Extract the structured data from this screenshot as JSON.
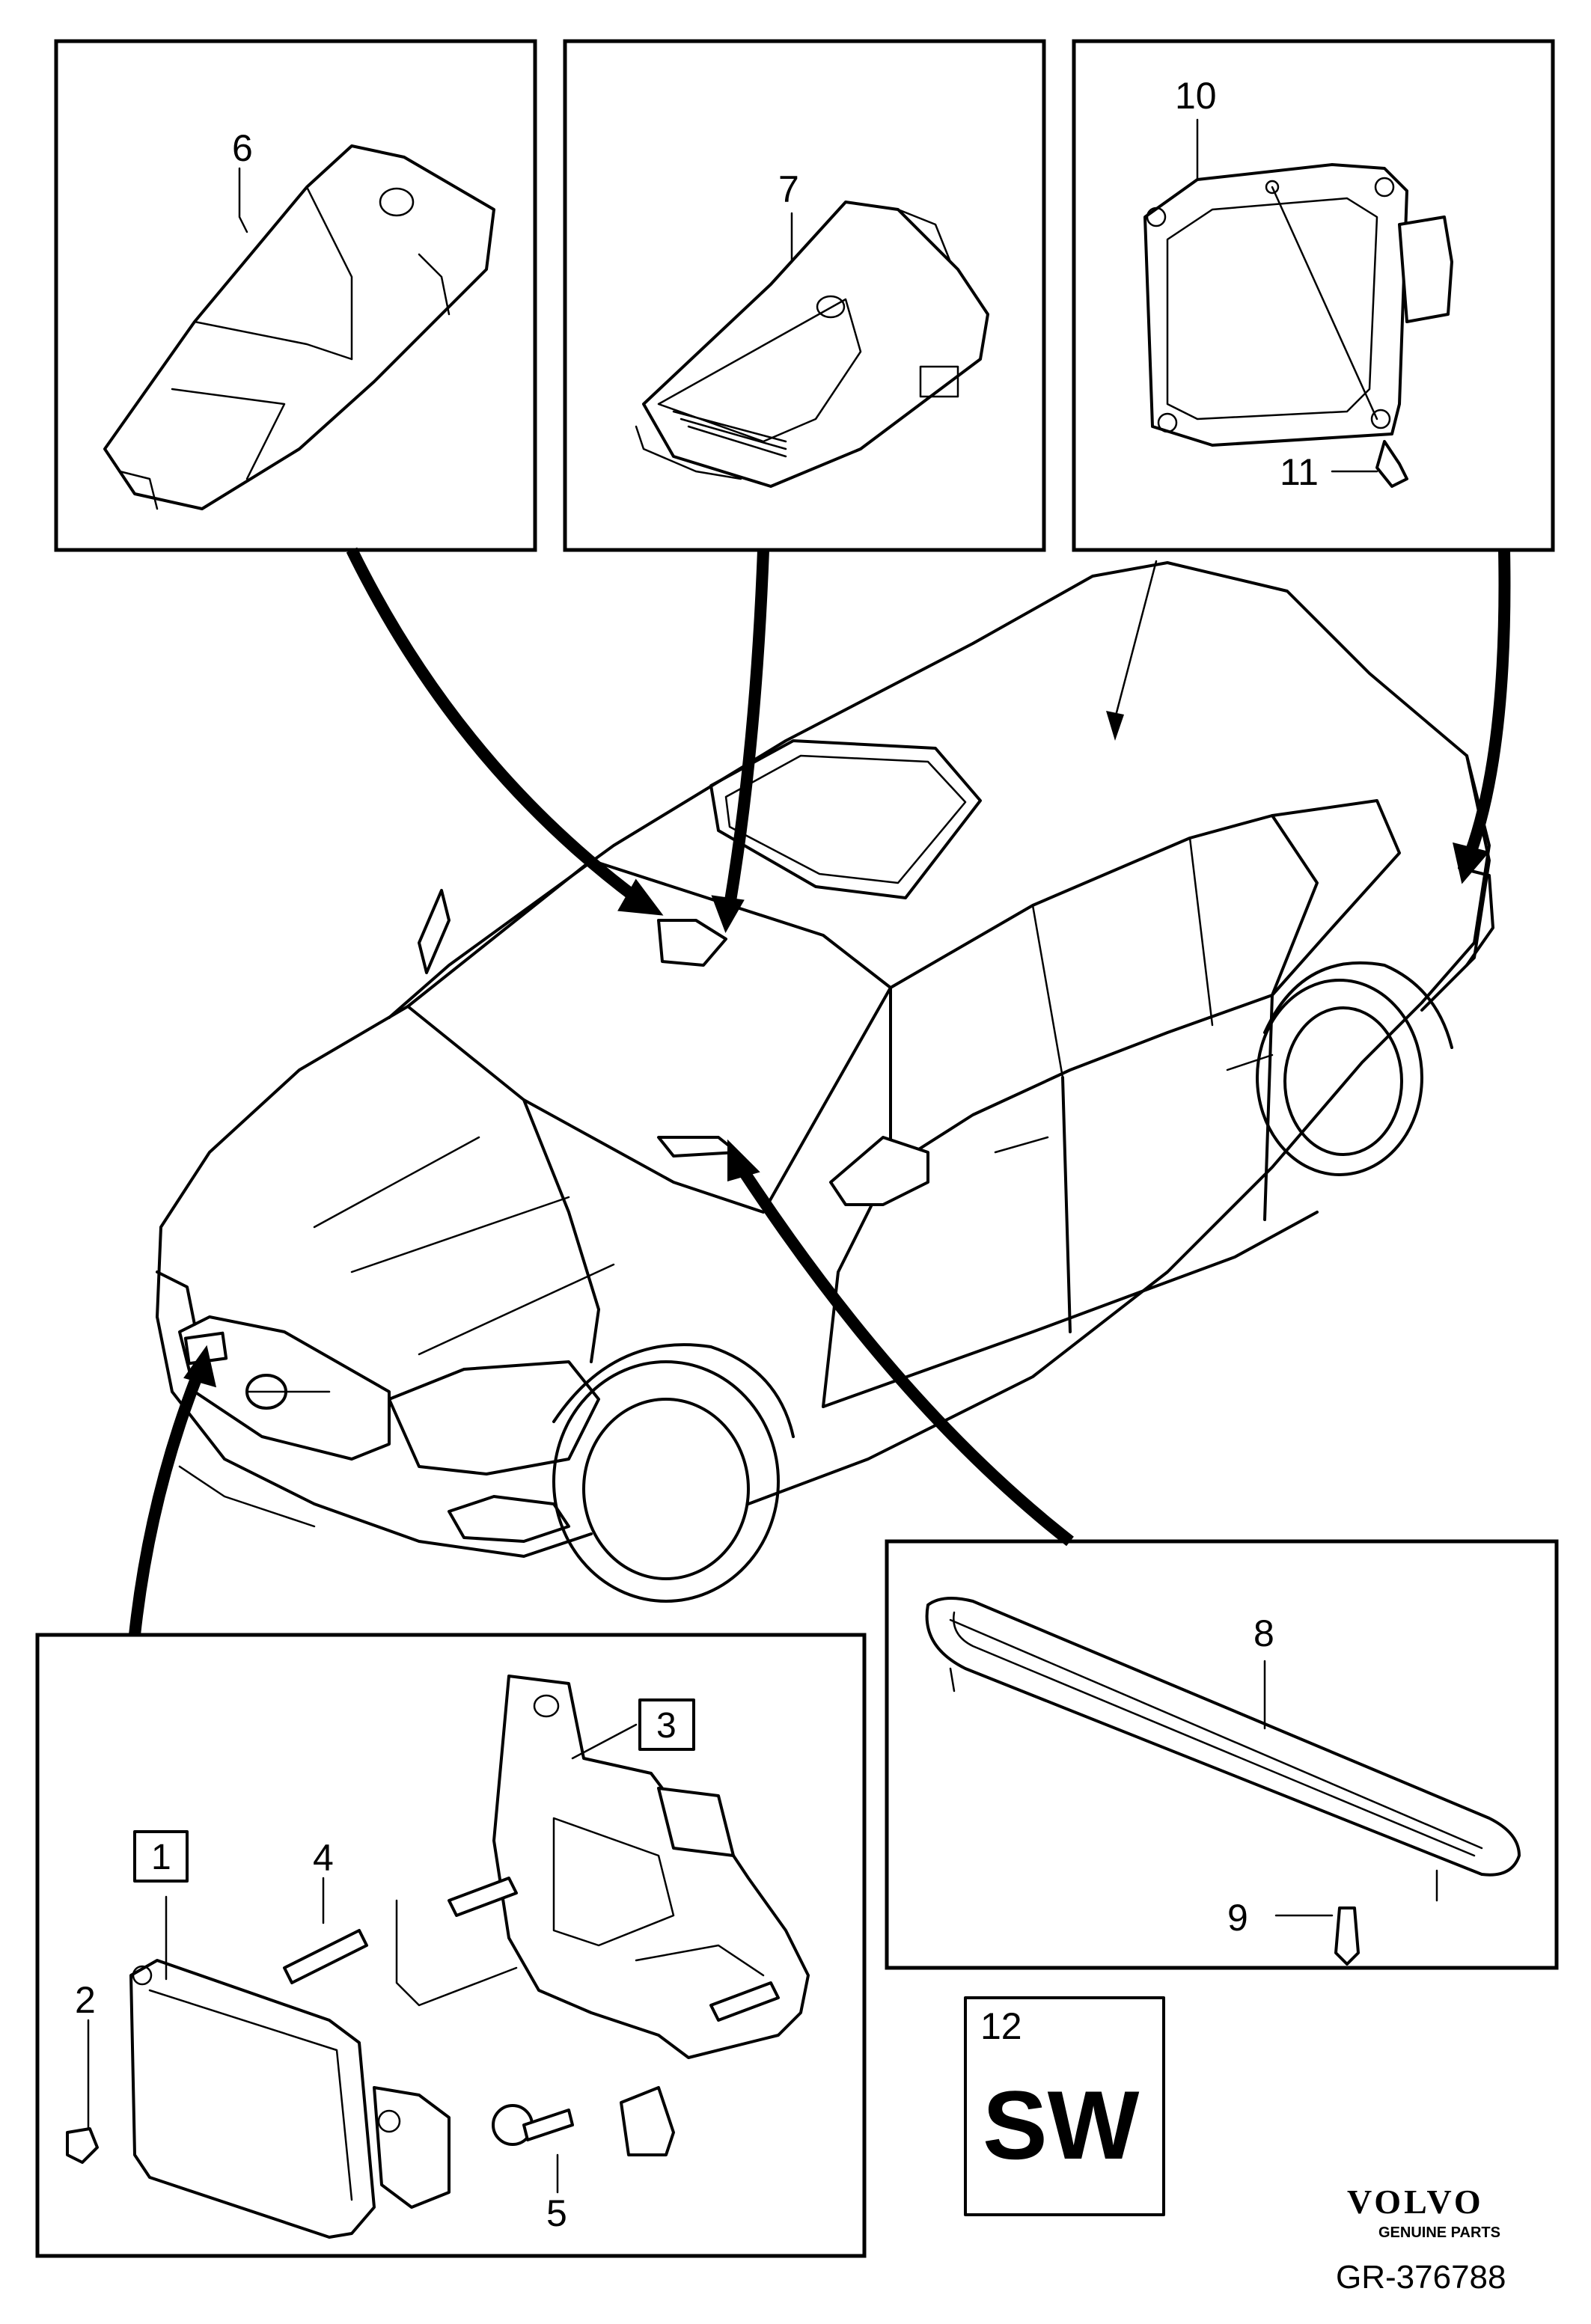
{
  "callouts": {
    "p1": "1",
    "p2": "2",
    "p3": "3",
    "p4": "4",
    "p5": "5",
    "p6": "6",
    "p7": "7",
    "p8": "8",
    "p9": "9",
    "p10": "10",
    "p11": "11",
    "p12": "12"
  },
  "software_code": "SW",
  "brand": {
    "name": "VOLVO",
    "tagline": "GENUINE PARTS"
  },
  "reference": "GR-376788"
}
